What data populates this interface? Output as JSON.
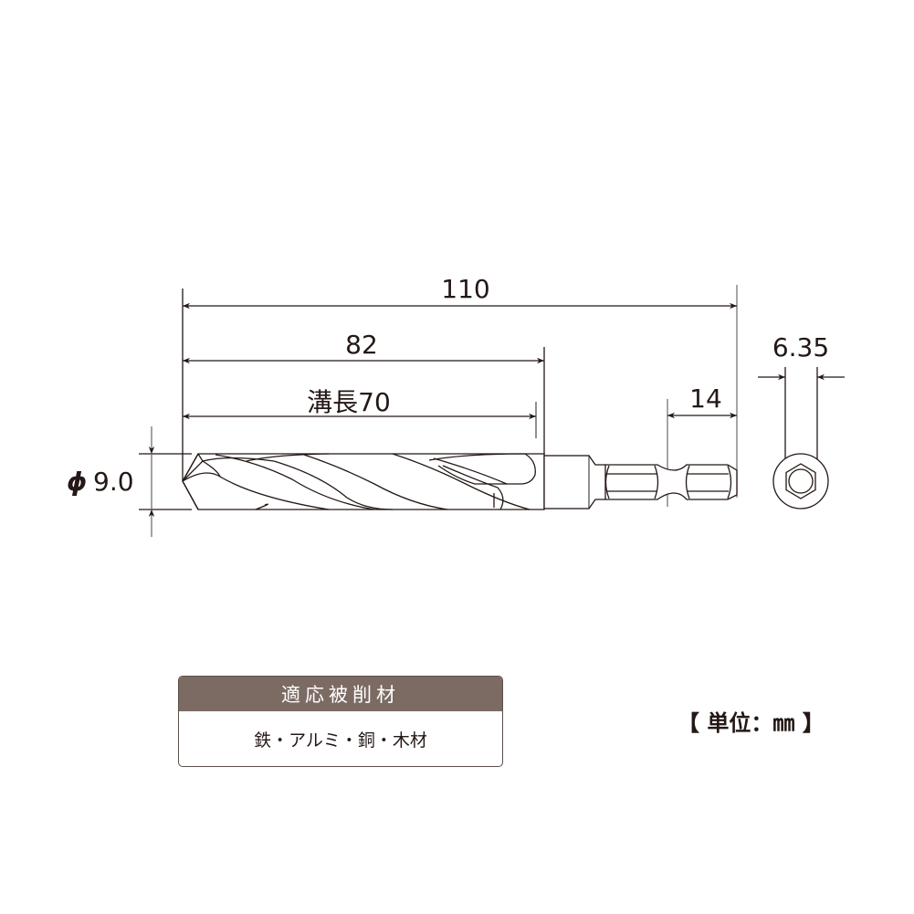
{
  "dimensions": {
    "overall_length": "110",
    "body_length": "82",
    "flute_length": "溝長70",
    "shank_hex_length": "14",
    "hex_size": "6.35",
    "diameter": "9.0",
    "diameter_symbol": "ϕ"
  },
  "materials": {
    "header": "適応被削材",
    "value": "鉄・アルミ・銅・木材"
  },
  "unit": {
    "label": "【 単位：㎜ 】"
  },
  "colors": {
    "line": "#231815",
    "header_bg": "#7c6b63",
    "extension_line": "#6e6e6e"
  }
}
